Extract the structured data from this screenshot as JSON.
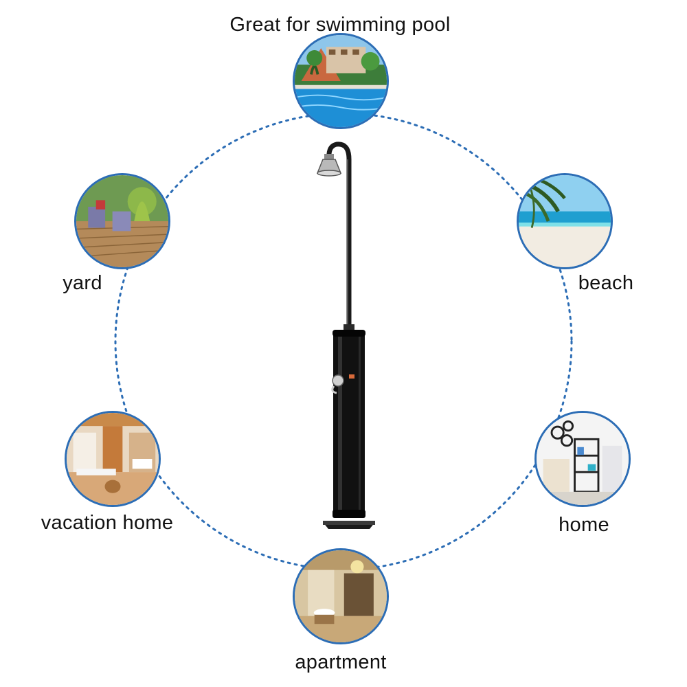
{
  "title": "Great for swimming pool",
  "locations": [
    {
      "id": "pool",
      "label": "Great for swimming pool"
    },
    {
      "id": "yard",
      "label": "yard"
    },
    {
      "id": "beach",
      "label": "beach"
    },
    {
      "id": "vacation_home",
      "label": "vacation home"
    },
    {
      "id": "home",
      "label": "home"
    },
    {
      "id": "apartment",
      "label": "apartment"
    }
  ],
  "colors": {
    "ring": "#2c6db5",
    "text": "#111111",
    "pole": "#111111"
  }
}
